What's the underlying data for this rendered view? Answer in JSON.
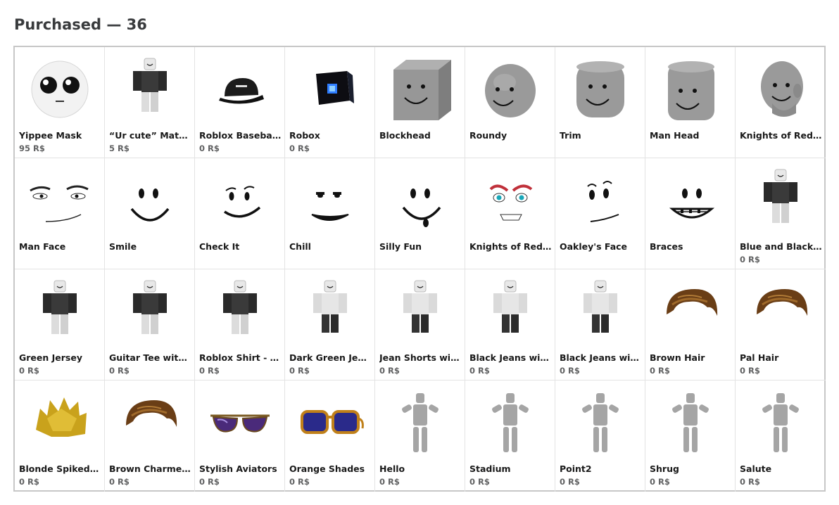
{
  "header": {
    "title": "Purchased — 36"
  },
  "items": [
    {
      "name": "Yippee Mask",
      "price": "95 R$",
      "icon": "yippee-mask-icon"
    },
    {
      "name": "“Ur cute” Matching Shirt",
      "price": "5 R$",
      "icon": "shirt-avatar-icon"
    },
    {
      "name": "Roblox Baseball Cap",
      "price": "0 R$",
      "icon": "baseball-cap-icon"
    },
    {
      "name": "Robox",
      "price": "0 R$",
      "icon": "robox-icon"
    },
    {
      "name": "Blockhead",
      "price": "",
      "icon": "blockhead-icon"
    },
    {
      "name": "Roundy",
      "price": "",
      "icon": "roundy-head-icon"
    },
    {
      "name": "Trim",
      "price": "",
      "icon": "trim-head-icon"
    },
    {
      "name": "Man Head",
      "price": "",
      "icon": "man-head-icon"
    },
    {
      "name": "Knights of Redcliff Head",
      "price": "",
      "icon": "knight-head-icon"
    },
    {
      "name": "Man Face",
      "price": "",
      "icon": "man-face-icon"
    },
    {
      "name": "Smile",
      "price": "",
      "icon": "smile-face-icon"
    },
    {
      "name": "Check It",
      "price": "",
      "icon": "check-it-face-icon"
    },
    {
      "name": "Chill",
      "price": "",
      "icon": "chill-face-icon"
    },
    {
      "name": "Silly Fun",
      "price": "",
      "icon": "silly-fun-face-icon"
    },
    {
      "name": "Knights of Redcliff Face",
      "price": "",
      "icon": "knight-face-icon"
    },
    {
      "name": "Oakley's Face",
      "price": "",
      "icon": "oakley-face-icon"
    },
    {
      "name": "Braces",
      "price": "",
      "icon": "braces-face-icon"
    },
    {
      "name": "Blue and Black Shirt",
      "price": "0 R$",
      "icon": "shirt-avatar-icon"
    },
    {
      "name": "Green Jersey",
      "price": "0 R$",
      "icon": "shirt-avatar-icon"
    },
    {
      "name": "Guitar Tee with Black Jacket",
      "price": "0 R$",
      "icon": "shirt-avatar-icon"
    },
    {
      "name": "Roblox Shirt - Simple",
      "price": "0 R$",
      "icon": "shirt-avatar-icon"
    },
    {
      "name": "Dark Green Jeans",
      "price": "0 R$",
      "icon": "pants-avatar-icon"
    },
    {
      "name": "Jean Shorts with White Socks",
      "price": "0 R$",
      "icon": "pants-avatar-icon"
    },
    {
      "name": "Black Jeans with Sneakers",
      "price": "0 R$",
      "icon": "pants-avatar-icon"
    },
    {
      "name": "Black Jeans with White Shoes",
      "price": "0 R$",
      "icon": "pants-avatar-icon"
    },
    {
      "name": "Brown Hair",
      "price": "0 R$",
      "icon": "hair-icon"
    },
    {
      "name": "Pal Hair",
      "price": "0 R$",
      "icon": "hair-icon"
    },
    {
      "name": "Blonde Spiked Hair",
      "price": "0 R$",
      "icon": "spiked-hair-icon"
    },
    {
      "name": "Brown Charmer Hair",
      "price": "0 R$",
      "icon": "hair-icon"
    },
    {
      "name": "Stylish Aviators",
      "price": "0 R$",
      "icon": "aviators-icon"
    },
    {
      "name": "Orange Shades",
      "price": "0 R$",
      "icon": "shades-icon"
    },
    {
      "name": "Hello",
      "price": "0 R$",
      "icon": "emote-figure-icon"
    },
    {
      "name": "Stadium",
      "price": "0 R$",
      "icon": "emote-figure-icon"
    },
    {
      "name": "Point2",
      "price": "0 R$",
      "icon": "emote-figure-icon"
    },
    {
      "name": "Shrug",
      "price": "0 R$",
      "icon": "emote-figure-icon"
    },
    {
      "name": "Salute",
      "price": "0 R$",
      "icon": "emote-figure-icon"
    }
  ],
  "colors": {
    "border": "#c7c7c7",
    "divider": "#e3e3e3",
    "name_text": "#191919",
    "price_text": "#606162",
    "head_gray": "#9a9a9a",
    "emote_gray": "#a5a5a5"
  }
}
